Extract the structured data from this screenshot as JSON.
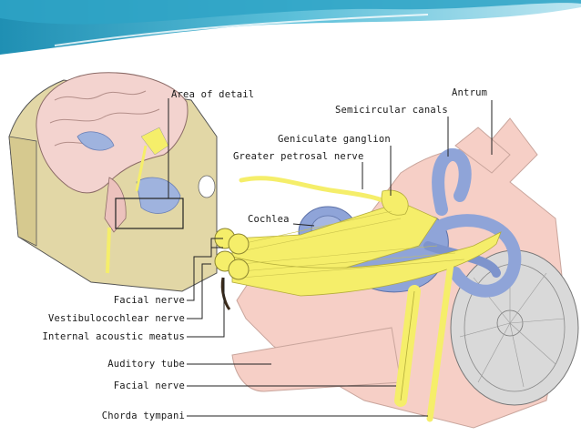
{
  "slide": {
    "header_colors": {
      "teal_dark": "#1f8fb3",
      "teal_mid": "#5bbfd9",
      "teal_light": "#bde6f1"
    }
  },
  "diagram": {
    "labels": {
      "area_of_detail": "Area of detail",
      "antrum": "Antrum",
      "semicircular_canals": "Semicircular canals",
      "geniculate_ganglion": "Geniculate ganglion",
      "greater_petrosal_nerve": "Greater petrosal nerve",
      "cochlea": "Cochlea",
      "facial_nerve_upper": "Facial nerve",
      "vestibulocochlear_nerve": "Vestibulocochlear nerve",
      "internal_acoustic_meatus": "Internal acoustic meatus",
      "auditory_tube": "Auditory tube",
      "facial_nerve_lower": "Facial nerve",
      "chorda_tympani": "Chorda tympani"
    },
    "colors": {
      "nerve_yellow": "#f5ee6a",
      "bone_pink": "#f6cfc6",
      "labyrinth_blue": "#8fa4d8",
      "skull_tan": "#e2d7a6",
      "brain_pink": "#f3d3cf",
      "eardrum_gray": "#d9d9d9"
    }
  }
}
